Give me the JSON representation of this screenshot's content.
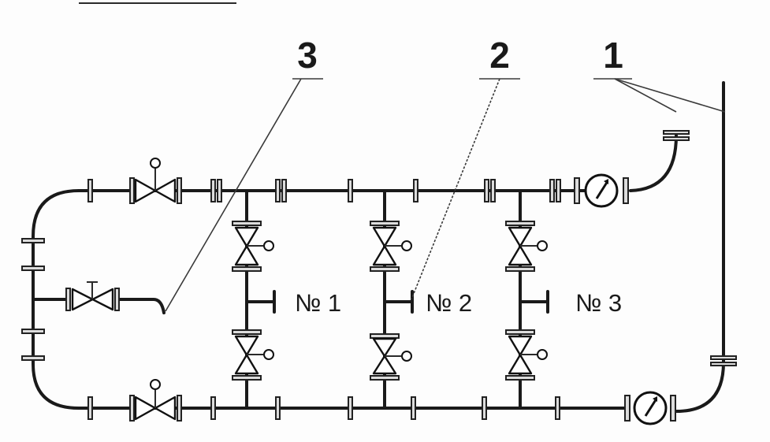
{
  "callouts": [
    {
      "id": "1",
      "label": "1"
    },
    {
      "id": "2",
      "label": "2"
    },
    {
      "id": "3",
      "label": "3"
    }
  ],
  "branches": [
    {
      "id": "b1",
      "label": "№ 1"
    },
    {
      "id": "b2",
      "label": "№ 2"
    },
    {
      "id": "b3",
      "label": "№ 3"
    }
  ]
}
